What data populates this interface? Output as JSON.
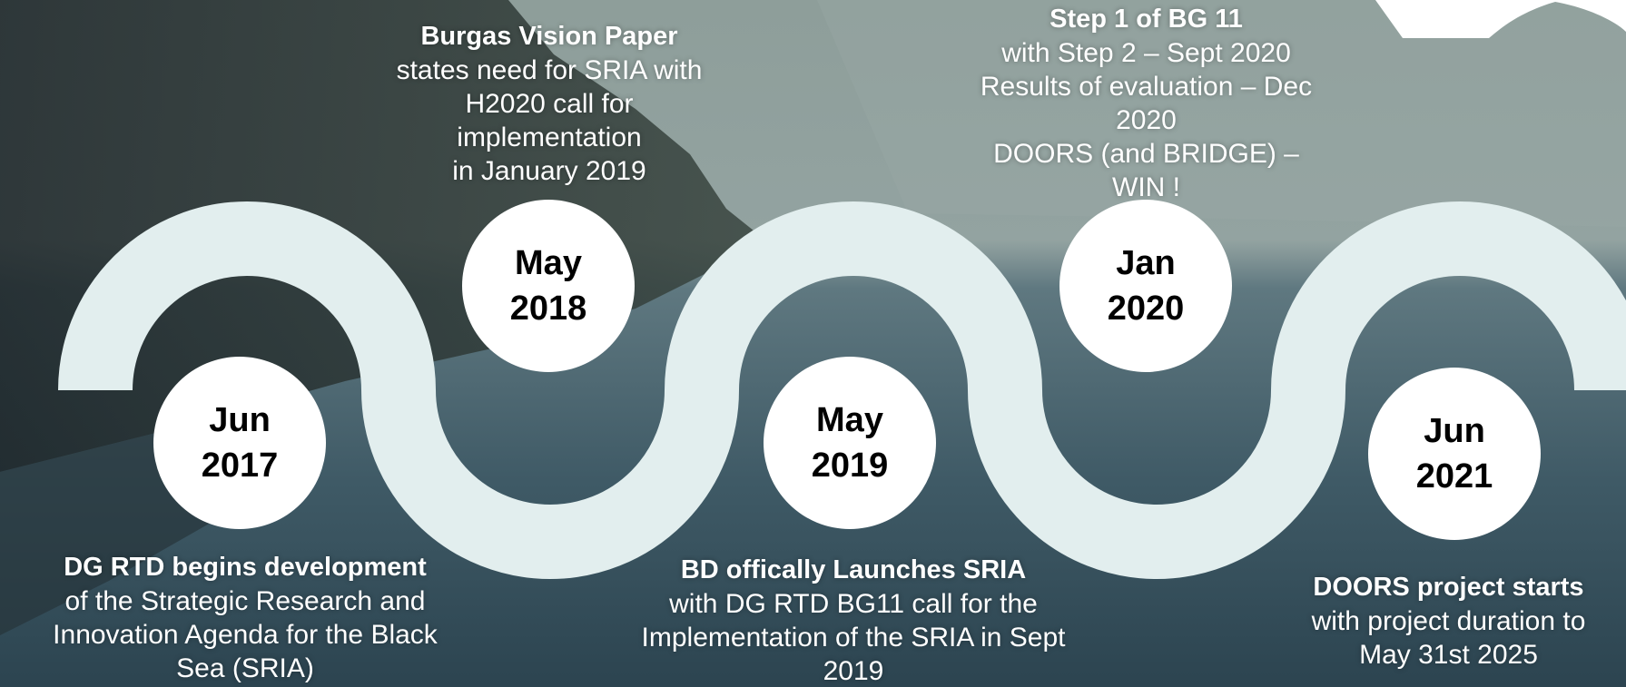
{
  "colors": {
    "wave": "#e2eeee",
    "circle": "#ffffff",
    "text_light": "#ffffff",
    "text_dark": "#000000"
  },
  "milestones": [
    {
      "month": "Jun",
      "year": "2017",
      "heading": "DG RTD begins development",
      "body": "of the Strategic Research and\nInnovation Agenda for the Black\nSea (SRIA)"
    },
    {
      "month": "May",
      "year": "2018",
      "heading": "Burgas Vision Paper",
      "body": "states need for SRIA with\nH2020 call for\nimplementation\nin January 2019"
    },
    {
      "month": "May",
      "year": "2019",
      "heading": "BD offically Launches SRIA",
      "body": "with DG RTD BG11 call for the\nImplementation of the SRIA in Sept\n2019"
    },
    {
      "month": "Jan",
      "year": "2020",
      "heading": "Step 1 of BG 11",
      "body": "with Step 2 – Sept 2020\nResults of evaluation – Dec\n2020\nDOORS (and BRIDGE) –\nWIN !"
    },
    {
      "month": "Jun",
      "year": "2021",
      "heading": "DOORS project starts",
      "body": "with project duration to\nMay 31st 2025"
    }
  ]
}
